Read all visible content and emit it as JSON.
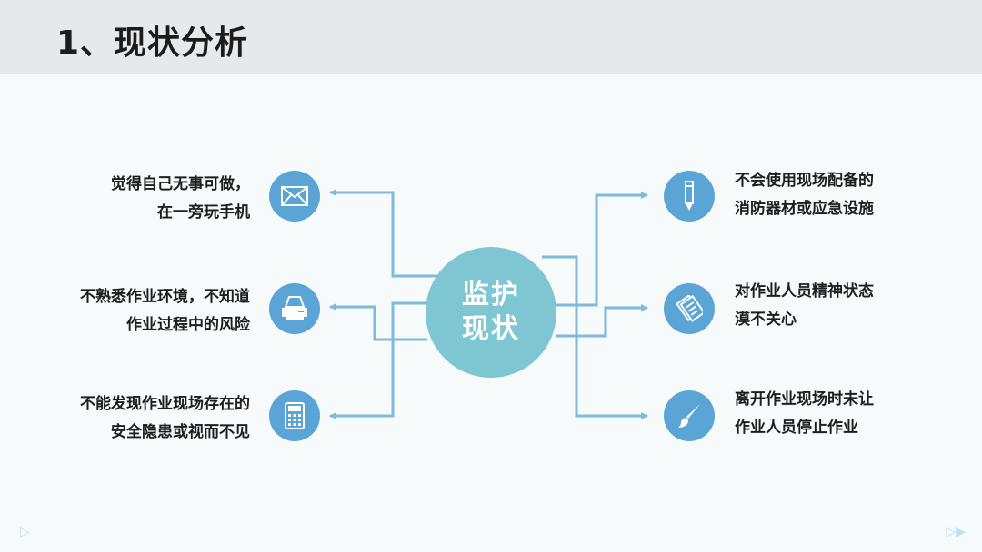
{
  "page": {
    "title": "1、现状分析"
  },
  "center": {
    "line1": "监护",
    "line2": "现状"
  },
  "left_items": [
    {
      "lines": [
        "觉得自己无事可做，",
        "在一旁玩手机"
      ],
      "icon": "envelope-icon"
    },
    {
      "lines": [
        "不熟悉作业环境，不知道",
        "作业过程中的风险"
      ],
      "icon": "printer-icon"
    },
    {
      "lines": [
        "不能发现作业现场存在的",
        "安全隐患或视而不见"
      ],
      "icon": "calculator-icon"
    }
  ],
  "right_items": [
    {
      "lines": [
        "不会使用现场配备的",
        "消防器材或应急设施"
      ],
      "icon": "pencil-icon"
    },
    {
      "lines": [
        "对作业人员精神状态",
        "漠不关心"
      ],
      "icon": "documents-icon"
    },
    {
      "lines": [
        "离开作业现场时未让",
        "作业人员停止作业"
      ],
      "icon": "brush-icon"
    }
  ],
  "colors": {
    "icon_circle": "#5aa5d6",
    "center_circle": "#7fc6d3",
    "connector": "#7fb9de",
    "header_bg": "#e6e8ea"
  }
}
